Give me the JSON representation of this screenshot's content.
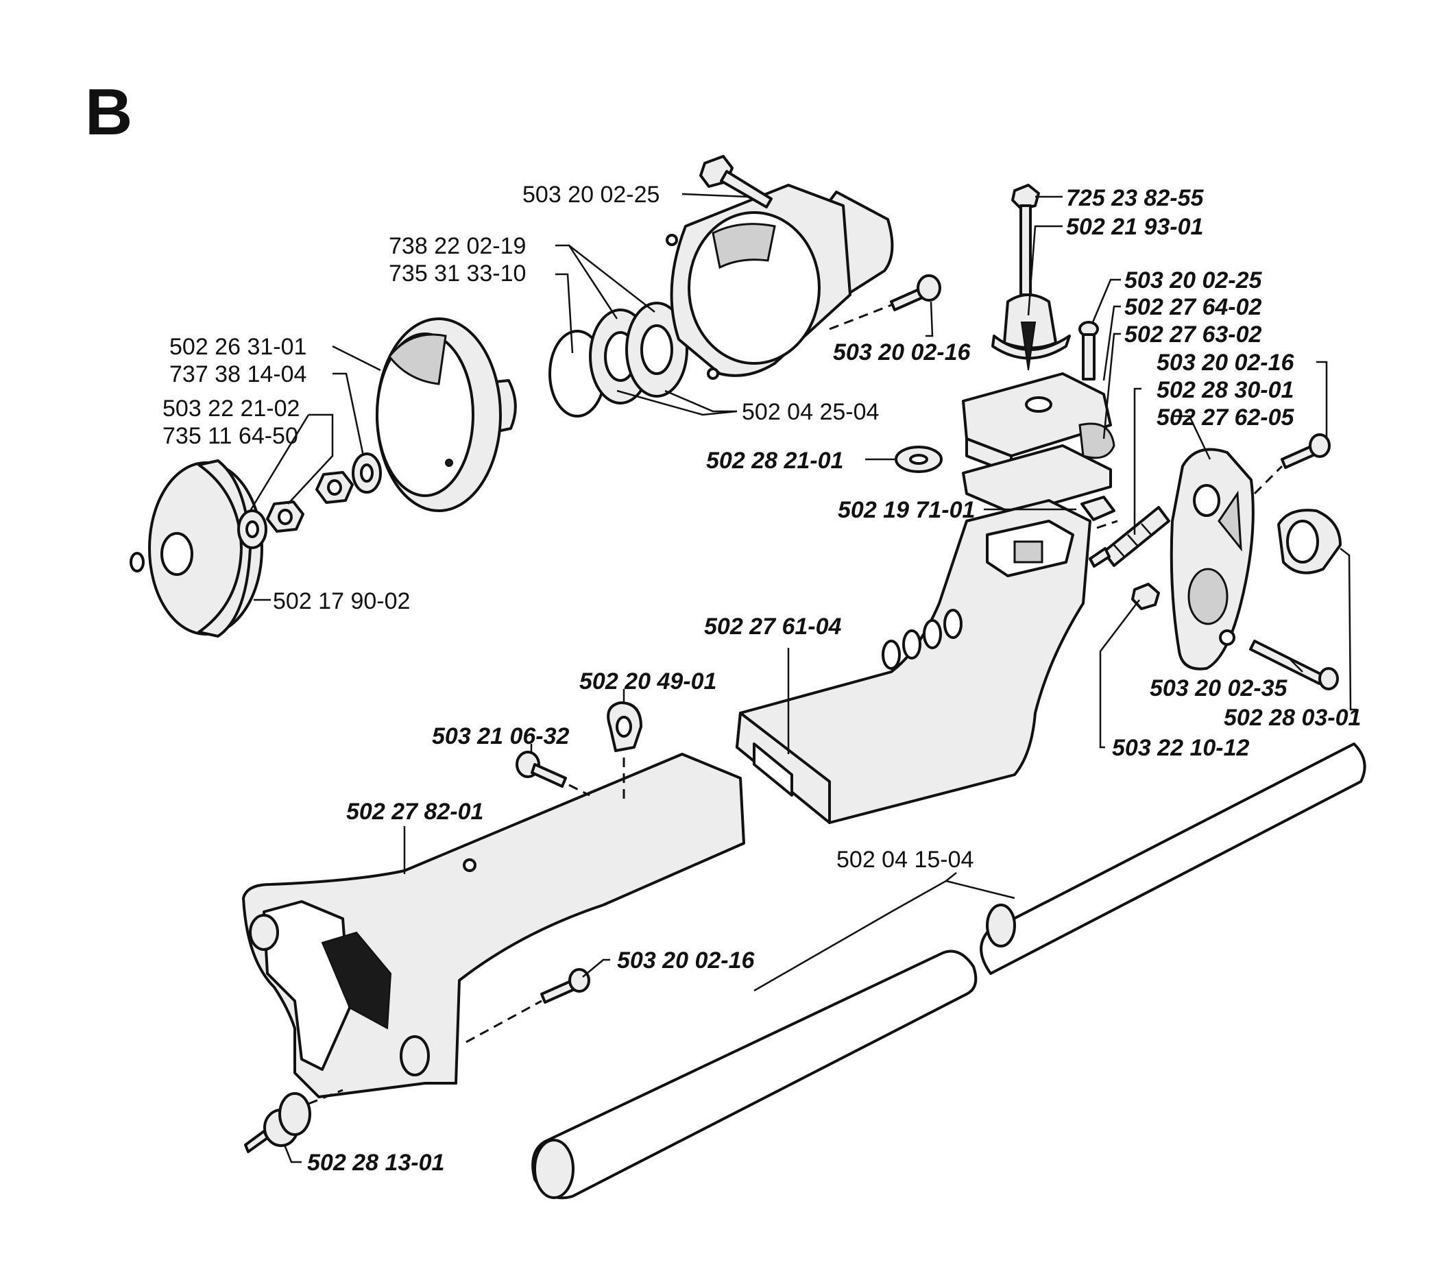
{
  "section_letter": "B",
  "labels": [
    {
      "text": "503 20 02-25",
      "style": "regular"
    },
    {
      "text": "738 22 02-19",
      "style": "regular"
    },
    {
      "text": "735 31 33-10",
      "style": "regular"
    },
    {
      "text": "502 26 31-01",
      "style": "regular"
    },
    {
      "text": "737 38 14-04",
      "style": "regular"
    },
    {
      "text": "503 22 21-02",
      "style": "regular"
    },
    {
      "text": "735 11 64-50",
      "style": "regular"
    },
    {
      "text": "502 17 90-02",
      "style": "regular"
    },
    {
      "text": "502 04 25-04",
      "style": "regular"
    },
    {
      "text": "503 20 02-16",
      "style": "bold"
    },
    {
      "text": "725 23 82-55",
      "style": "bold"
    },
    {
      "text": "502 21 93-01",
      "style": "bold"
    },
    {
      "text": "503 20 02-25",
      "style": "bold"
    },
    {
      "text": "502 27 64-02",
      "style": "bold"
    },
    {
      "text": "502 27 63-02",
      "style": "bold"
    },
    {
      "text": "503 20 02-16",
      "style": "bold"
    },
    {
      "text": "502 28 30-01",
      "style": "bold"
    },
    {
      "text": "502 27 62-05",
      "style": "bold"
    },
    {
      "text": "502 28 21-01",
      "style": "bold"
    },
    {
      "text": "502 19 71-01",
      "style": "bold"
    },
    {
      "text": "502 27 61-04",
      "style": "bold"
    },
    {
      "text": "502 20 49-01",
      "style": "bold"
    },
    {
      "text": "503 21 06-32",
      "style": "bold"
    },
    {
      "text": "502 27 82-01",
      "style": "bold"
    },
    {
      "text": "503 20 02-35",
      "style": "bold"
    },
    {
      "text": "502 28 03-01",
      "style": "bold"
    },
    {
      "text": "503 22 10-12",
      "style": "bold"
    },
    {
      "text": "502 04 15-04",
      "style": "regular"
    },
    {
      "text": "503 20 02-16",
      "style": "bold"
    },
    {
      "text": "502 28 13-01",
      "style": "bold"
    }
  ]
}
